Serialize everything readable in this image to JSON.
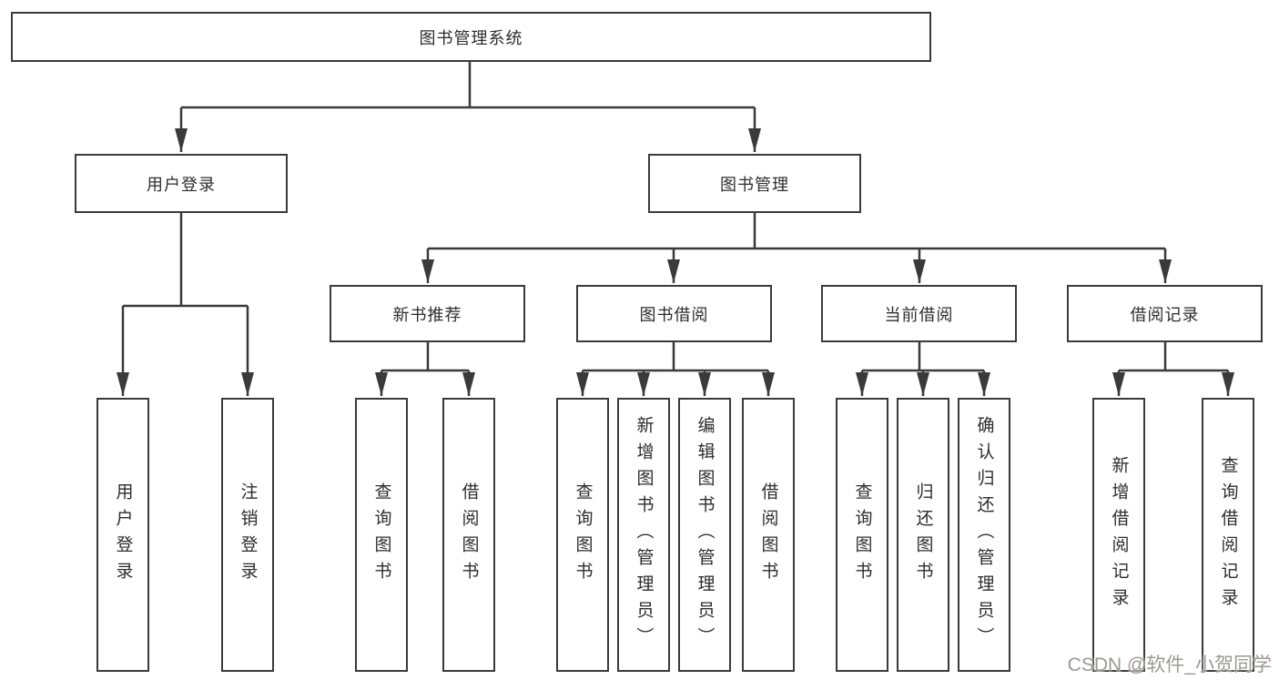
{
  "root": {
    "label": "图书管理系统"
  },
  "branches": [
    {
      "label": "用户登录"
    },
    {
      "label": "图书管理"
    }
  ],
  "modules": [
    {
      "label": "新书推荐"
    },
    {
      "label": "图书借阅"
    },
    {
      "label": "当前借阅"
    },
    {
      "label": "借阅记录"
    }
  ],
  "leaves": [
    {
      "label": "用户登录"
    },
    {
      "label": "注销登录"
    },
    {
      "label": "查询图书"
    },
    {
      "label": "借阅图书"
    },
    {
      "label": "查询图书"
    },
    {
      "label": "新增图书（管理员）"
    },
    {
      "label": "编辑图书（管理员）"
    },
    {
      "label": "借阅图书"
    },
    {
      "label": "查询图书"
    },
    {
      "label": "归还图书"
    },
    {
      "label": "确认归还（管理员）"
    },
    {
      "label": "新增借阅记录"
    },
    {
      "label": "查询借阅记录"
    }
  ],
  "watermark": {
    "text": "CSDN @软件_小贺同学"
  },
  "colors": {
    "line": "#3a3a3a",
    "border": "#3a3a3a",
    "text": "#2d2d2d",
    "watermark": "#8d8585"
  }
}
